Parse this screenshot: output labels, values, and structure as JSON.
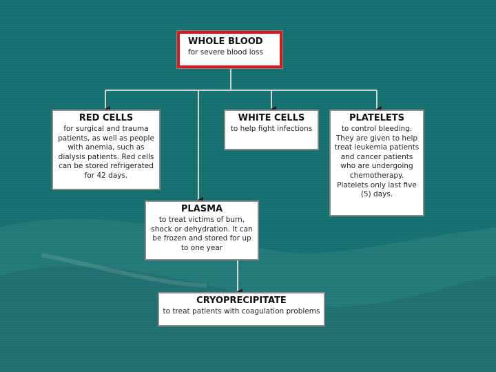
{
  "diagram": {
    "whole_blood": {
      "title": "WHOLE BLOOD",
      "desc": "for severe blood loss"
    },
    "red_cells": {
      "title": "RED CELLS",
      "desc": "for surgical and trauma patients, as well as people with anemia, such as dialysis patients. Red cells can be stored refrigerated for 42 days."
    },
    "white_cells": {
      "title": "WHITE CELLS",
      "desc": "to help fight infections"
    },
    "platelets": {
      "title": "PLATELETS",
      "desc": "to control bleeding. They are given to help treat leukemia patients and cancer patients who are undergoing chemotherapy. Platelets only last five (5) days."
    },
    "plasma": {
      "title": "PLASMA",
      "desc": "to treat victims of burn, shock or dehydration. It can be frozen and stored for up to one year"
    },
    "cryo": {
      "title": "CRYOPRECIPITATE",
      "desc": "to treat patients with coagulation problems"
    }
  },
  "colors": {
    "background": "#14706f",
    "highlight_border": "#d6191d",
    "box_border": "#8a8a8a"
  }
}
